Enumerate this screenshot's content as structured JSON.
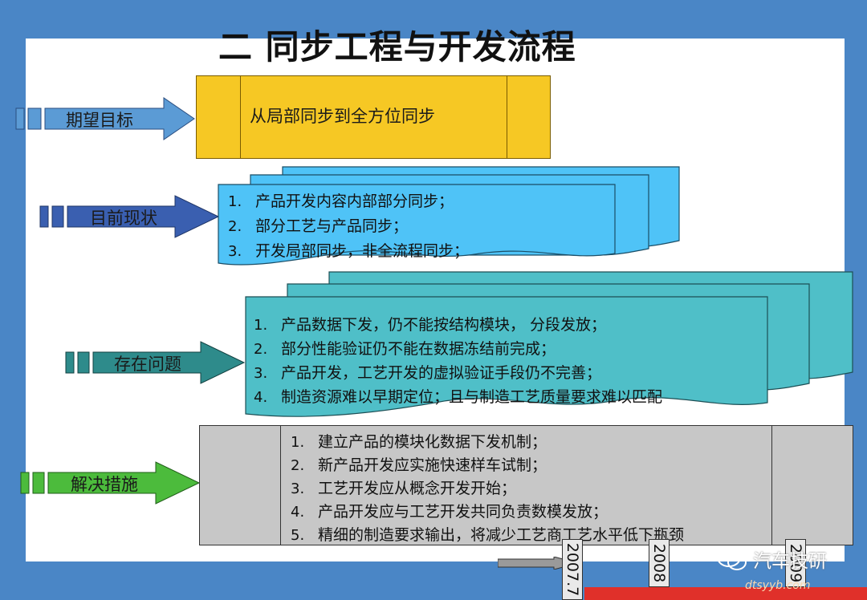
{
  "slide": {
    "title": "二 同步工程与开发流程",
    "goal": {
      "label": "期望目标",
      "text": "从局部同步到全方位同步"
    },
    "current": {
      "label": "目前现状",
      "items": [
        {
          "num": "1.",
          "text": "产品开发内容内部部分同步；"
        },
        {
          "num": "2.",
          "text": "部分工艺与产品同步；"
        },
        {
          "num": "3.",
          "text": "开发局部同步，非全流程同步；"
        }
      ]
    },
    "problems": {
      "label": "存在问题",
      "items": [
        {
          "num": "1.",
          "text": "产品数据下发，仍不能按结构模块，  分段发放；"
        },
        {
          "num": "2.",
          "text": "部分性能验证仍不能在数据冻结前完成；"
        },
        {
          "num": "3.",
          "text": "产品开发，工艺开发的虚拟验证手段仍不完善；"
        },
        {
          "num": "4.",
          "text": "制造资源难以早期定位；且与制造工艺质量要求难以匹配"
        }
      ]
    },
    "solutions": {
      "label": "解决措施",
      "items": [
        {
          "num": "1.",
          "text": "建立产品的模块化数据下发机制；"
        },
        {
          "num": "2.",
          "text": "新产品开发应实施快速样车试制；"
        },
        {
          "num": "3.",
          "text": "工艺开发应从概念开发开始；"
        },
        {
          "num": "4.",
          "text": "产品开发应与工艺开发共同负责数模发放；"
        },
        {
          "num": "5.",
          "text": "精细的制造要求输出，将减少工艺商工艺水平低下瓶颈"
        }
      ]
    },
    "years": [
      "2007.7",
      "2008",
      "2009"
    ],
    "colors": {
      "background": "#4a86c6",
      "goal_arrow": "#5b9bd5",
      "current_arrow": "#3a5fb0",
      "problems_arrow": "#2e8b8b",
      "solutions_arrow": "#4cbb3c",
      "goal_box": "#f6c824",
      "current_box": "#4fc3f7",
      "problems_box": "#4fbfc8",
      "solutions_box": "#c7c7c7"
    }
  },
  "watermark": {
    "brand": "汽车技研",
    "site": "dtsyyb.com"
  }
}
